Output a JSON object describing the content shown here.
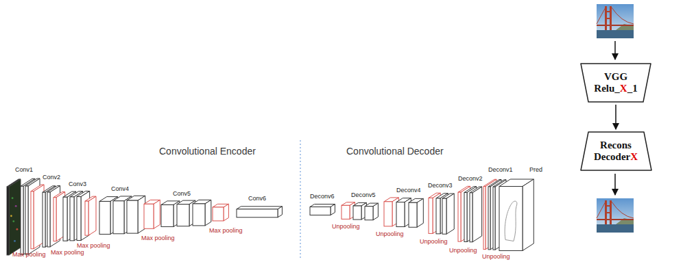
{
  "diagram": {
    "nodes": [
      {
        "text": [
          "VGG",
          "Relu_X_1"
        ]
      },
      {
        "text": [
          "Recons",
          "DecoderX"
        ]
      }
    ],
    "edges": [
      {
        "from": 0,
        "to": 1,
        "arrow": "to"
      }
    ],
    "labels": [
      "Convolutional Encoder",
      "Convolutional Decoder",
      "Conv1",
      "Max pooling",
      "Conv2",
      "Max pooling",
      "Conv3",
      "Max pooling",
      "Conv4",
      "Max pooling",
      "Conv5",
      "Max pooling",
      "Conv6",
      "Deconv6",
      "Unpooling",
      "Deconv5",
      "Unpooling",
      "Deconv4",
      "Unpooling",
      "Deconv3",
      "Unpooling",
      "Deconv2",
      "Unpooling",
      "Deconv1",
      "Pred"
    ]
  }
}
